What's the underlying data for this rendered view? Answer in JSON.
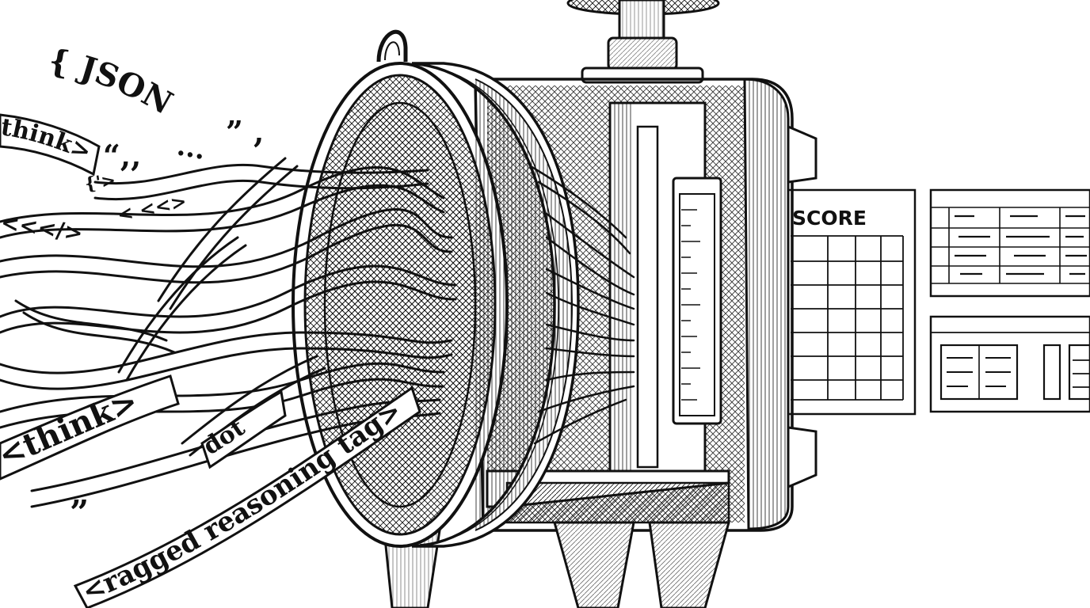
{
  "labels": {
    "json": "{ JSON }",
    "json_dots": "...",
    "quote_open_top": "“,,",
    "quote_close_top": "” ,",
    "think_top": "think>",
    "tag_fragment_1": "{'>",
    "tag_fragment_2": "< <<>",
    "tag_fragment_3": "<<</>",
    "think_bottom": "<think>",
    "dot": "dot",
    "ragged_tag": "<ragged reasoning tag>",
    "quote_bottom": "”",
    "score": "SCORE"
  },
  "colors": {
    "ink": "#111111",
    "paper": "#ffffff"
  }
}
